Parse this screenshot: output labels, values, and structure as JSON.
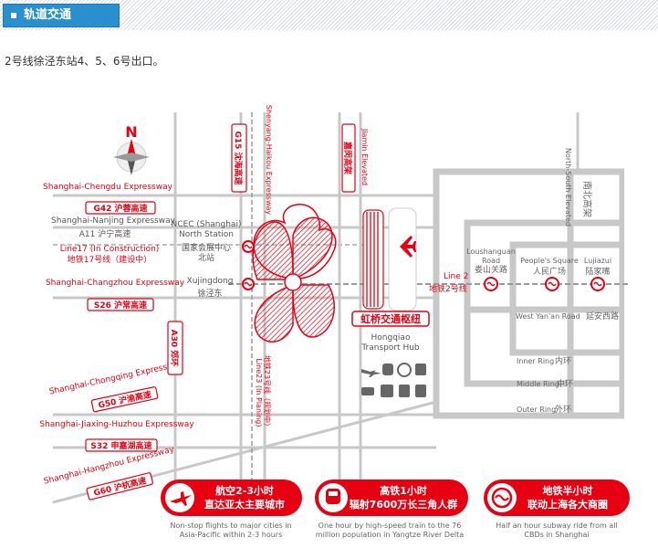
{
  "header": {
    "tab_label": "轨道交通"
  },
  "subtitle": "2号线徐泾东站4、5、6号出口。",
  "map": {
    "compass": "N",
    "roads": [
      {
        "en": "Shanghai-Chengdu Expressway",
        "badge": "G42 沪蓉高速"
      },
      {
        "en": "Shanghai-Nanjing Expressway",
        "zh": "A11 沪宁高速"
      },
      {
        "en": "Line17 (In Construction)",
        "zh": "地铁17号线（建设中）"
      },
      {
        "en": "Shanghai-Changzhou Expressway",
        "badge": "S26 沪常高速"
      },
      {
        "en": "Shanghai-Chongqing Expressway",
        "badge": "G50 沪渝高速"
      },
      {
        "en": "Shanghai-Jiaxing-Huzhou Expressway",
        "badge": "S32 申嘉湖高速"
      },
      {
        "en": "Shanghai-Hangzhou Expressway",
        "badge": "G60 沪杭高速"
      }
    ],
    "vertical_roads": {
      "a30": "A30 郊环",
      "g15": "G15 沈海高速",
      "shenhai_en": "Shenyang-Haikou Expressway",
      "jiamin_en": "Jiamin Elevated",
      "jiamin_zh": "嘉闵高架",
      "nanbei_en": "North-South Elevated",
      "nanbei_zh": "南北高架",
      "line23_en": "Line23 (In Planing)",
      "line23_zh": "地铁23号线（规划中）"
    },
    "places": {
      "ncec_en": "NCEC (Shanghai) North Station",
      "ncec_zh": "国家会展中心北站",
      "xujingdong_en": "Xujingdong",
      "xujingdong_zh": "徐泾东",
      "hongqiao_zh": "虹桥交通枢纽",
      "hongqiao_en": "Hongqiao Transport Hub",
      "loushanguan_en": "Loushanguan Road",
      "loushanguan_zh": "娄山关路",
      "peoples_en": "People's Square",
      "peoples_zh": "人民广场",
      "lujiazui_en": "Lujiazui",
      "lujiazui_zh": "陆家嘴",
      "west_yanan_en": "West Yan'an Road",
      "west_yanan_zh": "延安西路",
      "inner_en": "Inner Ring",
      "inner_zh": "内环",
      "middle_en": "Middle Ring",
      "middle_zh": "中环",
      "outer_en": "Outer Ring",
      "outer_zh": "外环",
      "line2_en": "Line 2",
      "line2_zh": "地铁2号线"
    },
    "features": [
      {
        "zh1": "航空2-3小时",
        "zh2": "直达亚太主要城市",
        "en1": "Non-stop flights to major cities in",
        "en2": "Asia-Pacific within 2-3 hours",
        "icon": "airplane-icon"
      },
      {
        "zh1": "高铁1小时",
        "zh2": "辐射7600万长三角人群",
        "en1": "One hour by high-speed train to the 76",
        "en2": "million population in Yangtze River Delta",
        "icon": "train-icon"
      },
      {
        "zh1": "地铁半小时",
        "zh2": "联动上海各大商圈",
        "en1": "Half an hour subway ride from all",
        "en2": "CBDs in Shanghai",
        "icon": "metro-icon"
      }
    ],
    "colors": {
      "red": "#e60012",
      "gray": "#c8c8c8",
      "dark": "#555555",
      "blue": "#2a8fcf"
    }
  }
}
